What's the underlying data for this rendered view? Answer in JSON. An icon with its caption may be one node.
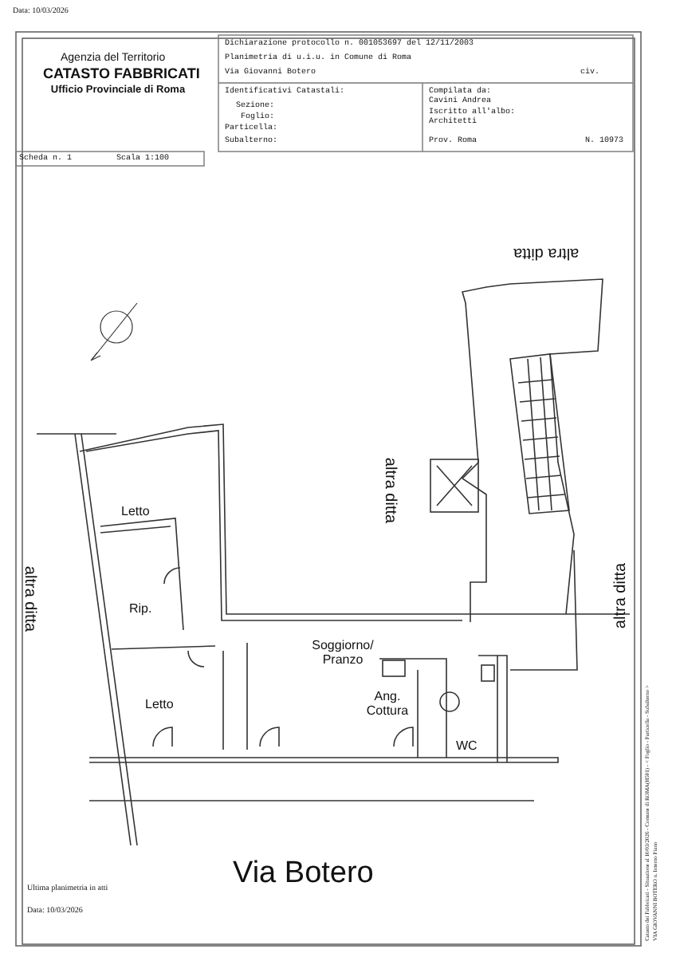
{
  "diagram": {
    "labels": [
      "Data: 10/03/2026",
      "Agenzia del Territorio",
      "CATASTO FABBRICATI",
      "Ufficio Provinciale di Roma",
      "Dichiarazione protocollo n. 001053697 del 12/11/2003",
      "Planimetria di u.i.u. in Comune di Roma",
      "Via Giovanni Botero",
      "civ.",
      "Identificativi Catastali:",
      "Sezione:",
      "Foglio:",
      "Particella:",
      "Subalterno:",
      "Compilata da: Cavini Andrea",
      "Iscritto all'albo: Architetti",
      "Prov. Roma",
      "N. 10973",
      "Scheda n. 1",
      "Scala 1:100",
      "altra ditta",
      "altra ditta",
      "Letto",
      "altra ditta",
      "Rip.",
      "Soggiorno/ Pranzo",
      "altra ditta",
      "Letto",
      "Ang. Cottura",
      "WC",
      "Via Botero",
      "Ultima planimetria in atti",
      "Data: 10/03/2026",
      "Catasto dei Fabbricati - Situazione al 10/03/2026 - Comune di ROMA(H501) - < Foglio - Particella - Subalterno >",
      "VIA GIOVANNI BOTERO n. Interno Piano"
    ]
  }
}
